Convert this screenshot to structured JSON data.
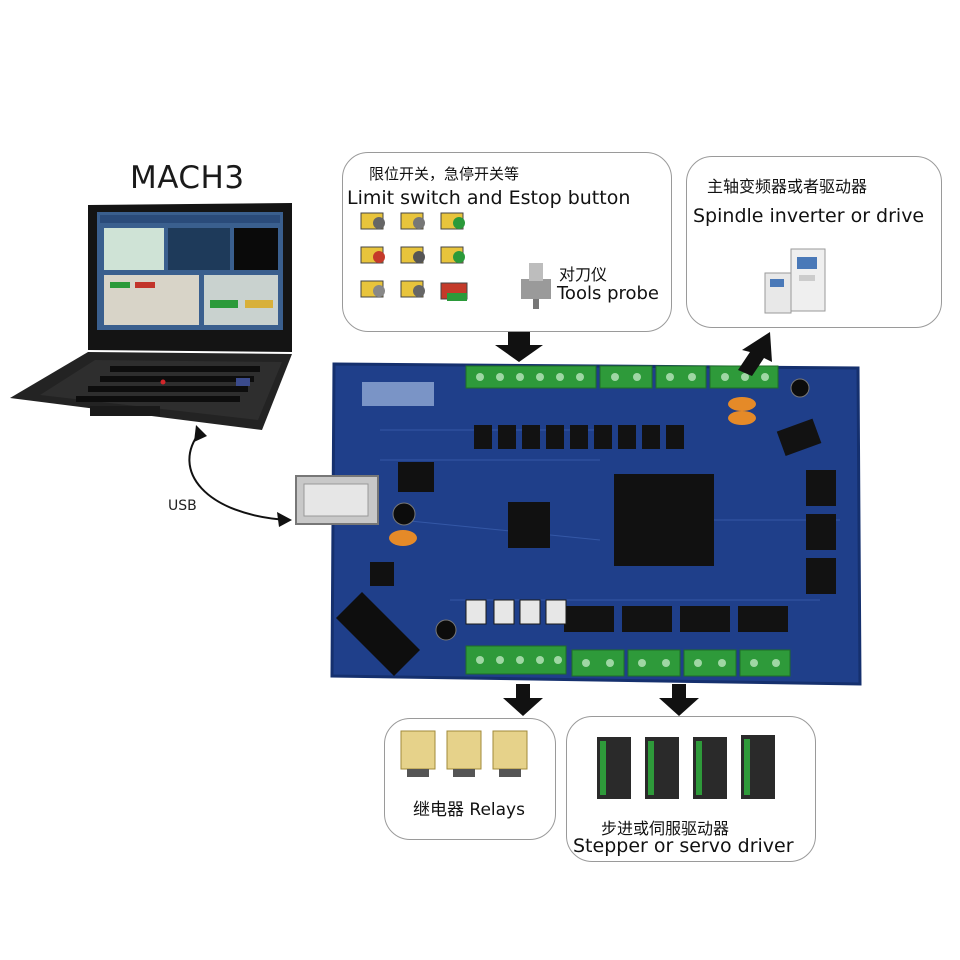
{
  "computer": {
    "title": "MACH3"
  },
  "connection": {
    "label": "USB"
  },
  "inputs_box": {
    "zh": "限位开关，急停开关等",
    "en": "Limit switch and Estop button",
    "probe_zh": "对刀仪",
    "probe_en": "Tools probe"
  },
  "spindle_box": {
    "zh": "主轴变频器或者驱动器",
    "en": "Spindle inverter or drive"
  },
  "relays_box": {
    "label": "继电器 Relays"
  },
  "stepper_box": {
    "zh": "步进或伺服驱动器",
    "en": "Stepper or servo driver"
  },
  "colors": {
    "board": "#1f3f8a",
    "terminal": "#2e9a3a",
    "chip": "#111111",
    "box_border": "#9a9a9a"
  }
}
